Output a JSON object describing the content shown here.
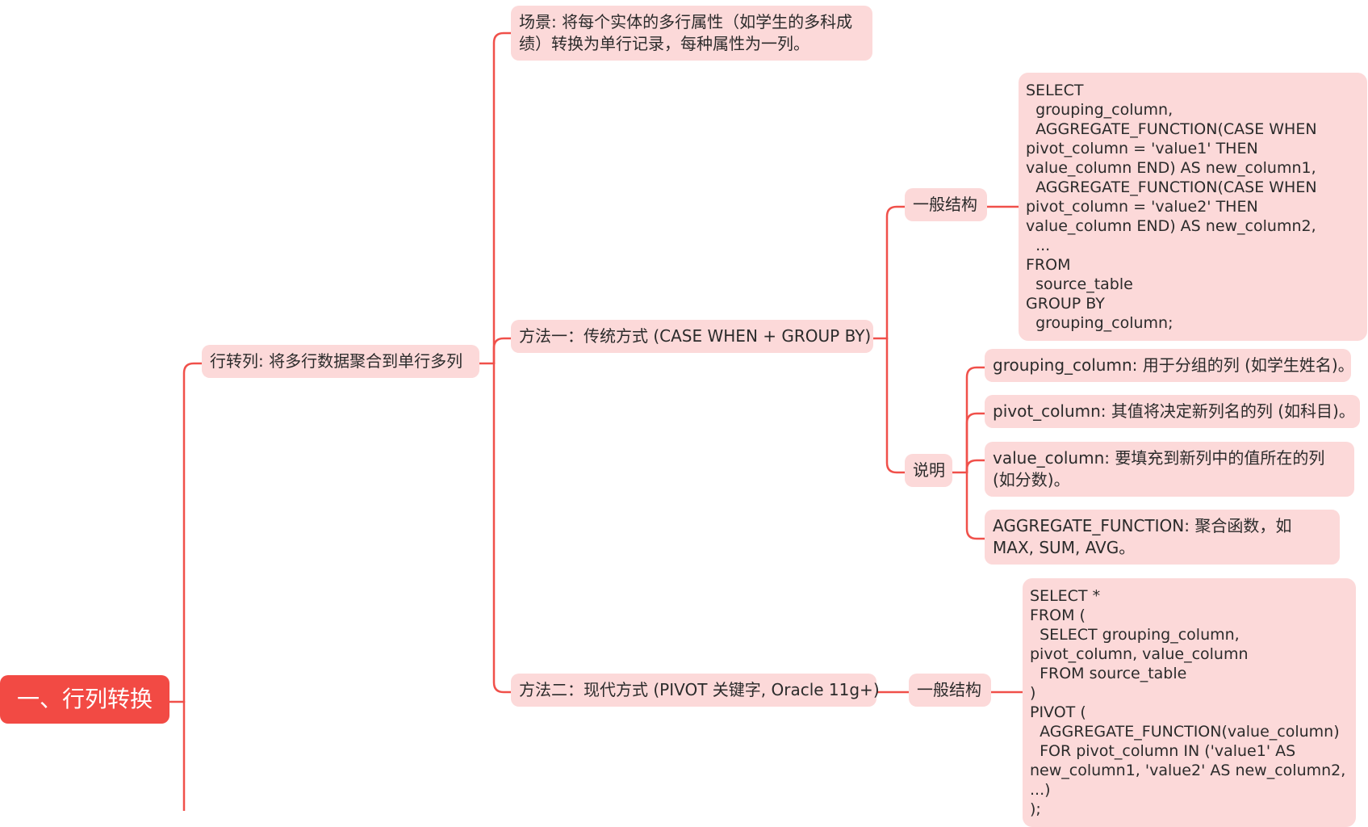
{
  "colors": {
    "connector": "#f0504a",
    "node_fill": "#fcd9d9",
    "root_fill": "#f24a44",
    "root_text": "#ffffff"
  },
  "root": {
    "label": "一、行列转换"
  },
  "row_to_col": {
    "label": "行转列: 将多行数据聚合到单行多列",
    "scenario": "场景: 将每个实体的多行属性（如学生的多科成绩）转换为单行记录，每种属性为一列。",
    "method1": {
      "label": "方法一：传统方式 (CASE WHEN + GROUP BY)",
      "structure_label": "一般结构",
      "structure_code": "SELECT\n  grouping_column,\n  AGGREGATE_FUNCTION(CASE WHEN pivot_column = 'value1' THEN value_column END) AS new_column1,\n  AGGREGATE_FUNCTION(CASE WHEN pivot_column = 'value2' THEN value_column END) AS new_column2,\n  ...\nFROM\n  source_table\nGROUP BY\n  grouping_column;",
      "notes_label": "说明",
      "notes": [
        "grouping_column: 用于分组的列 (如学生姓名)。",
        "pivot_column: 其值将决定新列名的列 (如科目)。",
        "value_column: 要填充到新列中的值所在的列 (如分数)。",
        "AGGREGATE_FUNCTION: 聚合函数，如 MAX, SUM, AVG。"
      ]
    },
    "method2": {
      "label": "方法二：现代方式 (PIVOT 关键字, Oracle 11g+)",
      "structure_label": "一般结构",
      "structure_code": "SELECT *\nFROM (\n  SELECT grouping_column, pivot_column, value_column\n  FROM source_table\n)\nPIVOT (\n  AGGREGATE_FUNCTION(value_column)\n  FOR pivot_column IN ('value1' AS new_column1, 'value2' AS new_column2, ...)\n);"
    }
  }
}
